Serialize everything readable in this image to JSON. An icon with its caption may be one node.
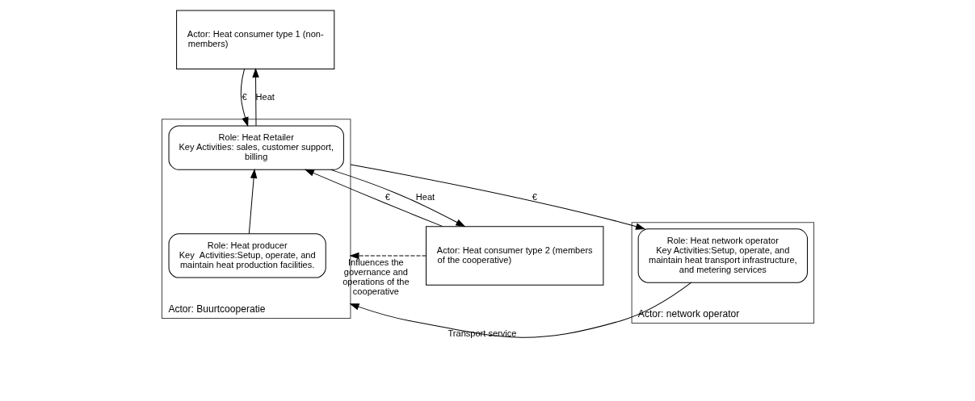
{
  "diagram": {
    "nodes": [
      {
        "text": [
          "Actor: Heat consumer type 1 (non-members)"
        ]
      },
      {
        "text": [
          "Actor: Heat consumer type 2 (members of the cooperative)"
        ]
      },
      {
        "text": [
          "Actor: Buurtcooperatie"
        ]
      },
      {
        "text": [
          "Role: Heat Retailer",
          "Key Activities: sales, customer support, billing"
        ],
        "in": 2
      },
      {
        "text": [
          "Role: Heat producer",
          "Key  Activities:Setup, operate, and maintain heat production facilities."
        ],
        "in": 2
      },
      {
        "text": [
          "Actor: network operator"
        ]
      },
      {
        "text": [
          "Role: Heat network operator",
          "Key Activities:Setup, operate, and maintain heat transport infrastructure, and metering services"
        ],
        "in": 5
      }
    ],
    "edges": [
      {
        "from": 3,
        "to": 0,
        "arrow": "to",
        "label": "Heat"
      },
      {
        "from": 0,
        "to": 3,
        "arrow": "to",
        "label": "€"
      },
      {
        "from": 3,
        "to": 1,
        "arrow": "to",
        "label": "Heat"
      },
      {
        "from": 1,
        "to": 3,
        "arrow": "to",
        "label": "€"
      },
      {
        "from": 4,
        "to": 3,
        "arrow": "to"
      },
      {
        "from": 2,
        "to": 6,
        "arrow": "to",
        "label": "€"
      },
      {
        "from": 6,
        "to": 2,
        "arrow": "to",
        "label": "Transport service"
      },
      {
        "from": 1,
        "to": 2,
        "arrow": "to",
        "style": "dashed",
        "label": "Influences the governance and operations of the cooperative"
      }
    ]
  }
}
